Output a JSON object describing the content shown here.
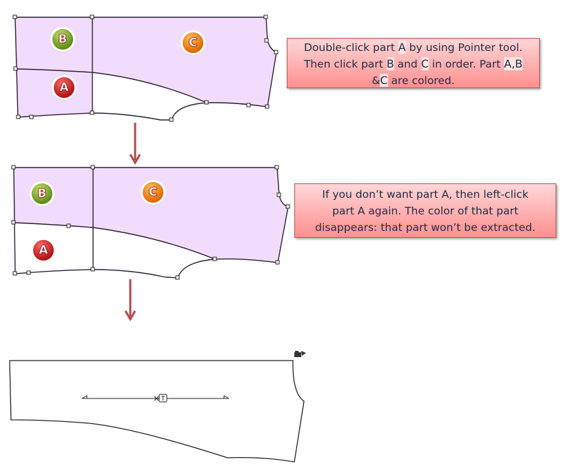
{
  "step1": {
    "callout": {
      "l1a": "Double-click part ",
      "l1b": "A",
      "l1c": " by using Pointer tool.",
      "l2a": "Then click part ",
      "l2b": "B",
      "l2c": " and ",
      "l2d": "C",
      "l2e": " in order. Part ",
      "l2f": "A,B",
      "l3a": "&",
      "l3b": "C",
      "l3c": " are colored."
    },
    "badges": {
      "a": "A",
      "b": "B",
      "c": "C"
    }
  },
  "step2": {
    "callout": {
      "l1": "If you don’t want part A, then left-click",
      "l2": "part A again. The color of that part",
      "l3": "disappears: that part won’t be extracted."
    },
    "badges": {
      "a": "A",
      "b": "B",
      "c": "C"
    }
  },
  "step3": {
    "grain_marker": "T",
    "icon": "extract-piece-icon"
  },
  "colors": {
    "fill": "#f2dcfb",
    "outline": "#2b1f33",
    "arrow": "#b5474a",
    "callout_border": "#c0504d"
  }
}
